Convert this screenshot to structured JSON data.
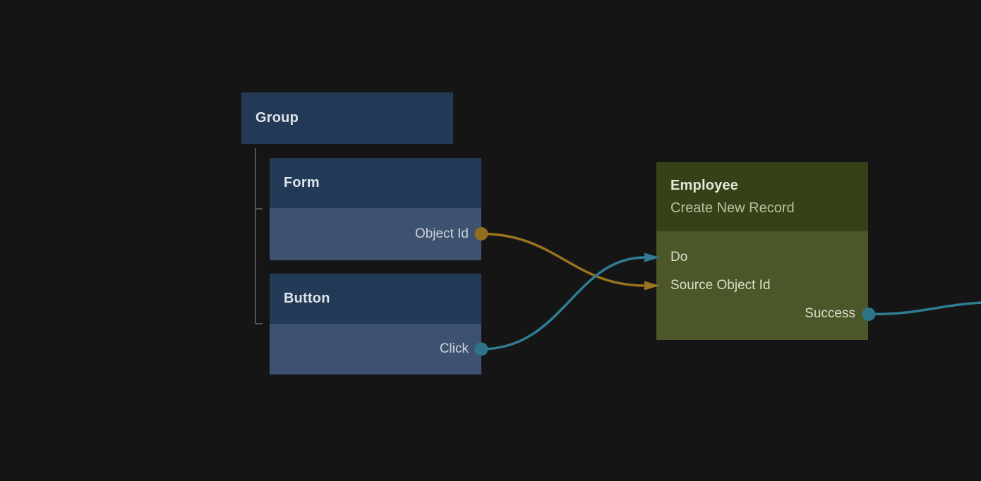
{
  "canvas": {
    "background_color": "#151515",
    "group_connector_color": "#555555"
  },
  "colors": {
    "blue_node_header": "#223a55",
    "blue_node_body": "#3d5170",
    "olive_node_header": "#364118",
    "olive_node_body": "#4c5729",
    "wire_amber": "#9b731e",
    "wire_teal": "#2f7c94"
  },
  "nodes": {
    "group": {
      "title": "Group"
    },
    "form": {
      "title": "Form",
      "ports": {
        "object_id": {
          "label": "Object Id",
          "direction": "output",
          "color": "#9b731e"
        }
      }
    },
    "button": {
      "title": "Button",
      "ports": {
        "click": {
          "label": "Click",
          "direction": "output",
          "color": "#2f7c94"
        }
      }
    },
    "employee": {
      "title": "Employee",
      "subtitle": "Create New Record",
      "ports": {
        "do": {
          "label": "Do",
          "direction": "input",
          "color": "#2f7c94"
        },
        "source_object_id": {
          "label": "Source Object Id",
          "direction": "input",
          "color": "#9b731e"
        },
        "success": {
          "label": "Success",
          "direction": "output",
          "color": "#2f7c94"
        }
      }
    }
  },
  "edges": [
    {
      "from": "Form / Object Id",
      "to": "Employee / Source Object Id",
      "color": "#9b731e"
    },
    {
      "from": "Button / Click",
      "to": "Employee / Do",
      "color": "#2f7c94"
    },
    {
      "from": "Employee / Success",
      "to": "off-screen-right",
      "color": "#2f7c94"
    }
  ],
  "hierarchy": {
    "group_children": [
      "Form",
      "Button"
    ]
  }
}
